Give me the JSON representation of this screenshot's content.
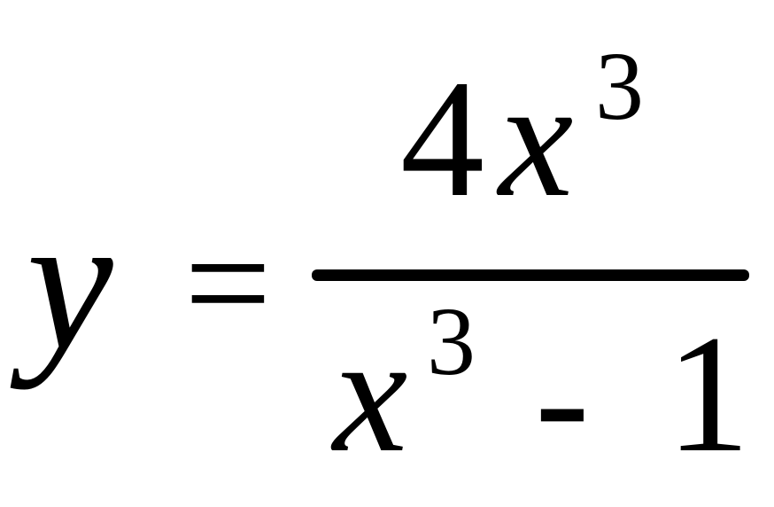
{
  "equation": {
    "lhs": "y",
    "relation": "=",
    "numerator": {
      "coefficient": "4",
      "variable": "x",
      "exponent": "3"
    },
    "denominator": {
      "variable": "x",
      "exponent": "3",
      "operator": "-",
      "constant": "1"
    }
  },
  "colors": {
    "ink": "#000000",
    "background": "#ffffff"
  }
}
